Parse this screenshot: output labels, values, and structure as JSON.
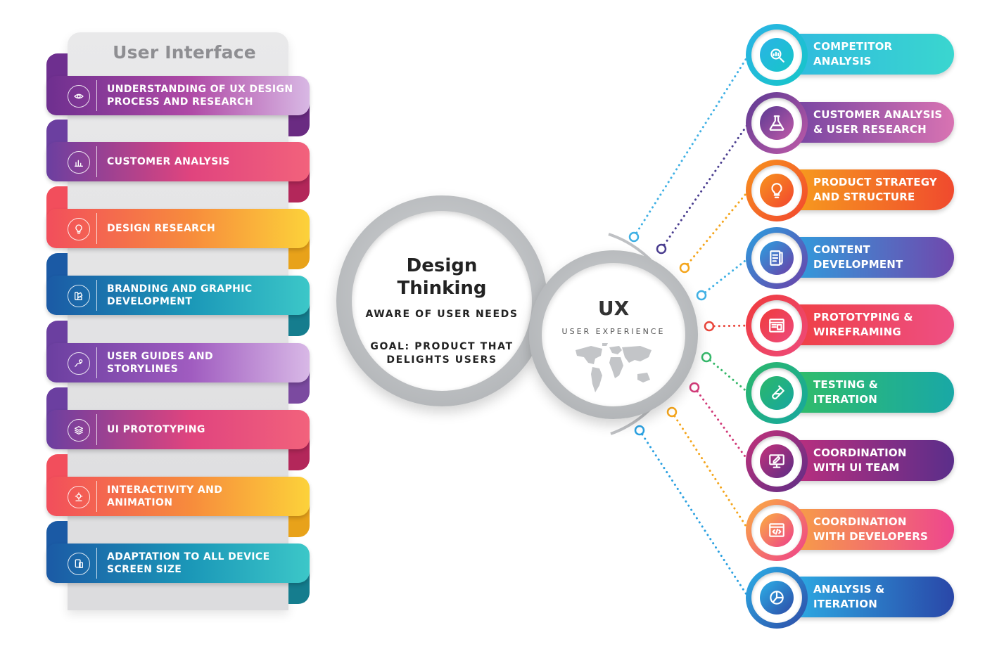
{
  "left": {
    "title": "User Interface",
    "items": [
      {
        "label": "UNDERSTANDING OF UX DESIGN\nPROCESS AND RESEARCH",
        "icon": "eye-network-icon"
      },
      {
        "label": "CUSTOMER ANALYSIS",
        "icon": "bar-chart-icon"
      },
      {
        "label": "DESIGN RESEARCH",
        "icon": "lightbulb-icon"
      },
      {
        "label": "BRANDING AND GRAPHIC\nDEVELOPMENT",
        "icon": "color-palette-icon"
      },
      {
        "label": "USER GUIDES AND\nSTORYLINES",
        "icon": "route-pin-icon"
      },
      {
        "label": "UI PROTOTYPING",
        "icon": "layers-icon"
      },
      {
        "label": "INTERACTIVITY AND\nANIMATION",
        "icon": "settings-hand-icon"
      },
      {
        "label": "ADAPTATION TO ALL DEVICE\nSCREEN SIZE",
        "icon": "device-screen-icon"
      }
    ]
  },
  "center": {
    "title": "Design\nThinking",
    "line1": "AWARE OF USER NEEDS",
    "line2": "GOAL:  PRODUCT THAT\nDELIGHTS USERS",
    "ux_title": "UX",
    "ux_subtitle": "USER EXPERIENCE"
  },
  "right": {
    "items": [
      {
        "label": "COMPETITOR\nANALYSIS",
        "icon": "magnifier-chart-icon"
      },
      {
        "label": "CUSTOMER ANALYSIS\n& USER RESEARCH",
        "icon": "flask-icon"
      },
      {
        "label": "PRODUCT STRATEGY\nAND STRUCTURE",
        "icon": "lightbulb-icon"
      },
      {
        "label": "CONTENT\nDEVELOPMENT",
        "icon": "document-pencil-icon"
      },
      {
        "label": "PROTOTYPING &\nWIREFRAMING",
        "icon": "wireframe-icon"
      },
      {
        "label": "TESTING &\nITERATION",
        "icon": "test-tube-icon"
      },
      {
        "label": "COORDINATION\nWITH UI TEAM",
        "icon": "design-monitor-icon"
      },
      {
        "label": "COORDINATION\nWITH DEVELOPERS",
        "icon": "code-window-icon"
      },
      {
        "label": "ANALYSIS &\nITERATION",
        "icon": "pie-chart-icon"
      }
    ]
  },
  "colors": {
    "left": [
      [
        "#6e2f8f",
        "#b04aa6",
        "#d8b8e4",
        "#6a2b82"
      ],
      [
        "#6b3fa0",
        "#e0447e",
        "#f2627c",
        "#b3275a"
      ],
      [
        "#f24e5c",
        "#f78c3c",
        "#fcd23a",
        "#e8a21a"
      ],
      [
        "#1b5aa5",
        "#1b98b8",
        "#3cc7c8",
        "#157d8e"
      ],
      [
        "#6b3fa0",
        "#a05cc0",
        "#d8b8e6",
        "#7b4aa0"
      ],
      [
        "#6b3fa0",
        "#e0447e",
        "#f2627c",
        "#b3275a"
      ],
      [
        "#f24e5c",
        "#f78c3c",
        "#fcd23a",
        "#e8a21a"
      ],
      [
        "#1b5aa5",
        "#1b98b8",
        "#3cc7c8",
        "#157d8e"
      ]
    ],
    "right": [
      [
        "#2bb3e6",
        "#16c6c8",
        "#2fb8e0",
        "#3ad6cf"
      ],
      [
        "#5b3a93",
        "#c05aa8",
        "#6b3fa0",
        "#d873b2"
      ],
      [
        "#f7941d",
        "#f2452f",
        "#f7a51c",
        "#f04a2e"
      ],
      [
        "#2aa0e0",
        "#6c3fa8",
        "#29a6e2",
        "#7048ad"
      ],
      [
        "#ef3b3b",
        "#ee4b7d",
        "#ef3e3e",
        "#ee4f84"
      ],
      [
        "#2cb86a",
        "#16a7a0",
        "#33bf62",
        "#19a8a6"
      ],
      [
        "#c4307a",
        "#5c2e86",
        "#c52f7d",
        "#5b2e8a"
      ],
      [
        "#fbb040",
        "#ee3f8c",
        "#f8a93e",
        "#ee468e"
      ],
      [
        "#2bb0e8",
        "#2e4aa6",
        "#2db6ea",
        "#2a47a8"
      ]
    ],
    "dots": [
      "#3fb0e4",
      "#4a3d8f",
      "#f4a51c",
      "#3fb0e4",
      "#e9463b",
      "#35b86a",
      "#d13a78",
      "#f4a51c",
      "#2aa0e0"
    ]
  }
}
